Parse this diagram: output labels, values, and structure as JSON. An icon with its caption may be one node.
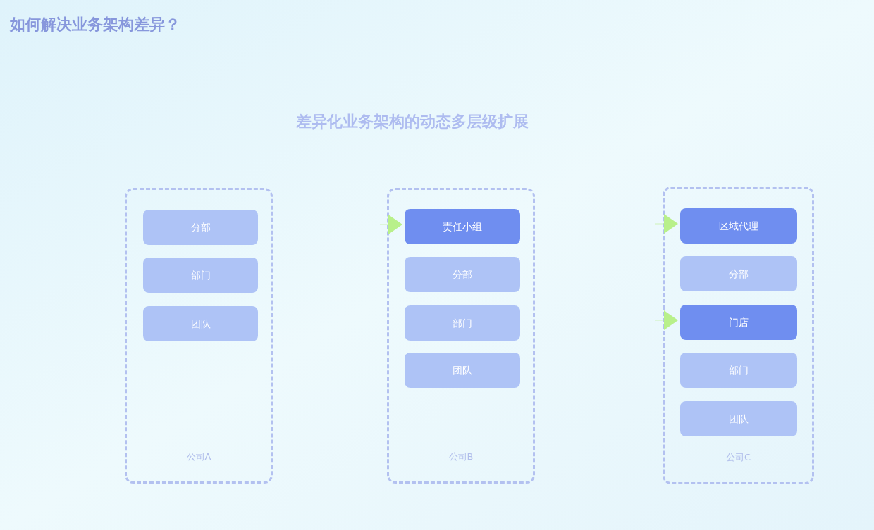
{
  "diagram": {
    "title": "差异化业务架构的动态多层级扩展",
    "nodes": [
      {
        "text": [
          "公司A"
        ]
      },
      {
        "text": [
          "分部"
        ],
        "in": 0
      },
      {
        "text": [
          "部门"
        ],
        "in": 0
      },
      {
        "text": [
          "团队"
        ],
        "in": 0
      },
      {
        "text": [
          "公司B"
        ]
      },
      {
        "text": [
          "责任小组"
        ],
        "in": 4
      },
      {
        "text": [
          "分部"
        ],
        "in": 4
      },
      {
        "text": [
          "部门"
        ],
        "in": 4
      },
      {
        "text": [
          "团队"
        ],
        "in": 4
      },
      {
        "text": [
          "公司C"
        ]
      },
      {
        "text": [
          "区域代理"
        ],
        "in": 9
      },
      {
        "text": [
          "分部"
        ],
        "in": 9
      },
      {
        "text": [
          "门店"
        ],
        "in": 9
      },
      {
        "text": [
          "部门"
        ],
        "in": 9
      },
      {
        "text": [
          "团队"
        ],
        "in": 9
      }
    ],
    "edges": [
      {
        "from": null,
        "to": 5,
        "arrow": "to",
        "color": "#b8f08a"
      },
      {
        "from": null,
        "to": 10,
        "arrow": "to",
        "color": "#b8f08a"
      },
      {
        "from": null,
        "to": 12,
        "arrow": "to",
        "color": "#b8f08a"
      }
    ],
    "labels": [
      "如何解决业务架构差异？"
    ]
  }
}
